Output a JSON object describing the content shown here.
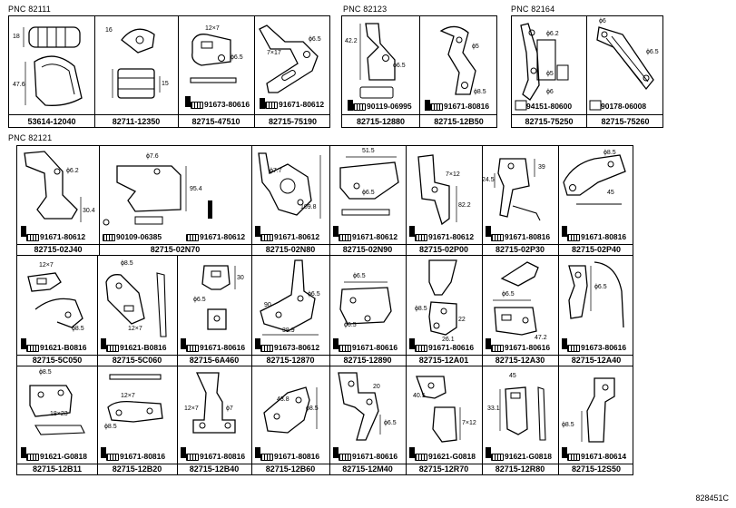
{
  "pnc_labels": [
    "PNC 82111",
    "PNC 82123",
    "PNC 82164",
    "PNC 82121"
  ],
  "group1": {
    "parts": [
      "53614-12040",
      "82711-12350",
      "82715-47510",
      "82715-75190"
    ],
    "fasteners": [
      "91673-80616",
      "91671-80612"
    ],
    "dims": [
      "18",
      "16",
      "47.6",
      "15",
      "12×7",
      "ϕ6.5",
      "7×17",
      "ϕ6.5"
    ]
  },
  "group2": {
    "parts": [
      "82715-12880",
      "82715-12B50"
    ],
    "fasteners": [
      "90119-06995",
      "91671-80816"
    ],
    "dims": [
      "42.2",
      "ϕ6.5",
      "ϕ5",
      "ϕ8.5"
    ]
  },
  "group3": {
    "parts": [
      "82715-75250",
      "82715-75260"
    ],
    "fasteners": [
      "94151-80600",
      "90178-06008"
    ],
    "dims": [
      "ϕ6.2",
      "ϕ5",
      "ϕ6",
      "ϕ6",
      "ϕ6.5"
    ]
  },
  "row1": {
    "parts": [
      "82715-02J40",
      "82715-02N70",
      "82715-02N80",
      "82715-02N90",
      "82715-02P00",
      "82715-02P30",
      "82715-02P40"
    ],
    "fasteners": [
      "91671-80612",
      "90109-06385",
      "91671-80612",
      "91671-80612",
      "91671-80612",
      "91671-80612",
      "91671-80816",
      "91671-80816"
    ],
    "dims": [
      "ϕ6.2",
      "30.4",
      "ϕ7.6",
      "95.4",
      "ϕ7.7",
      "109.8",
      "51.5",
      "ϕ6.5",
      "7×12",
      "82.2",
      "39",
      "24.5",
      "ϕ6.5",
      "ϕ8.5",
      "45"
    ]
  },
  "row2": {
    "parts": [
      "82715-5C050",
      "82715-5C060",
      "82715-6A460",
      "82715-12870",
      "82715-12890",
      "82715-12A01",
      "82715-12A30",
      "82715-12A40"
    ],
    "fasteners": [
      "91621-B0816",
      "91621-B0816",
      "91671-80616",
      "91673-80612",
      "91671-80616",
      "91671-80616",
      "91671-80616",
      "91673-80616"
    ],
    "dims": [
      "12×7",
      "ϕ8.5",
      "ϕ8.5",
      "12×7",
      "30",
      "ϕ6.5",
      "ϕ6.5",
      "90",
      "38.9",
      "ϕ6.5",
      "ϕ6.5",
      "ϕ8.5",
      "22",
      "26.1",
      "ϕ6.5",
      "47.2",
      "ϕ6.5"
    ]
  },
  "row3": {
    "parts": [
      "82715-12B11",
      "82715-12B20",
      "82715-12B40",
      "82715-12B60",
      "82715-12M40",
      "82715-12R70",
      "82715-12R80",
      "82715-12S50"
    ],
    "fasteners": [
      "91621-G0818",
      "91671-80816",
      "91671-80816",
      "91671-80816",
      "91671-80616",
      "91621-G0818",
      "91671-80614"
    ],
    "dims": [
      "ϕ8.5",
      "18×23",
      "12×7",
      "ϕ8.5",
      "12×7",
      "ϕ7",
      "43.8",
      "ϕ8.5",
      "20",
      "ϕ6.5",
      "40.5",
      "7×12",
      "45",
      "33.1",
      "ϕ8.5"
    ]
  },
  "figure_ref": "828451C"
}
